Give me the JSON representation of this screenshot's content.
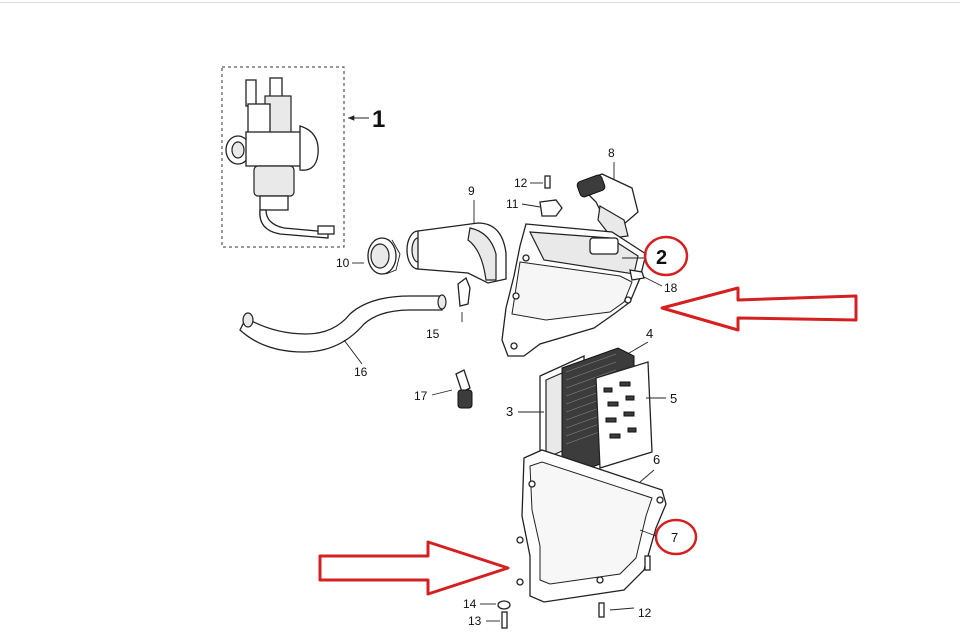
{
  "diagram": {
    "callouts": {
      "c1": "1",
      "c2": "2",
      "c3": "3",
      "c4": "4",
      "c5": "5",
      "c6": "6",
      "c7": "7",
      "c8": "8",
      "c9": "9",
      "c10": "10",
      "c11": "11",
      "c12a": "12",
      "c12b": "12",
      "c13": "13",
      "c14": "14",
      "c15": "15",
      "c16": "16",
      "c17": "17",
      "c18": "18"
    },
    "colors": {
      "highlight": "#d42020",
      "line": "#222222"
    },
    "icons": [
      "carburetor",
      "air-filter-housing",
      "filter-element",
      "housing-cover",
      "intake-hose",
      "big-arrow"
    ]
  }
}
